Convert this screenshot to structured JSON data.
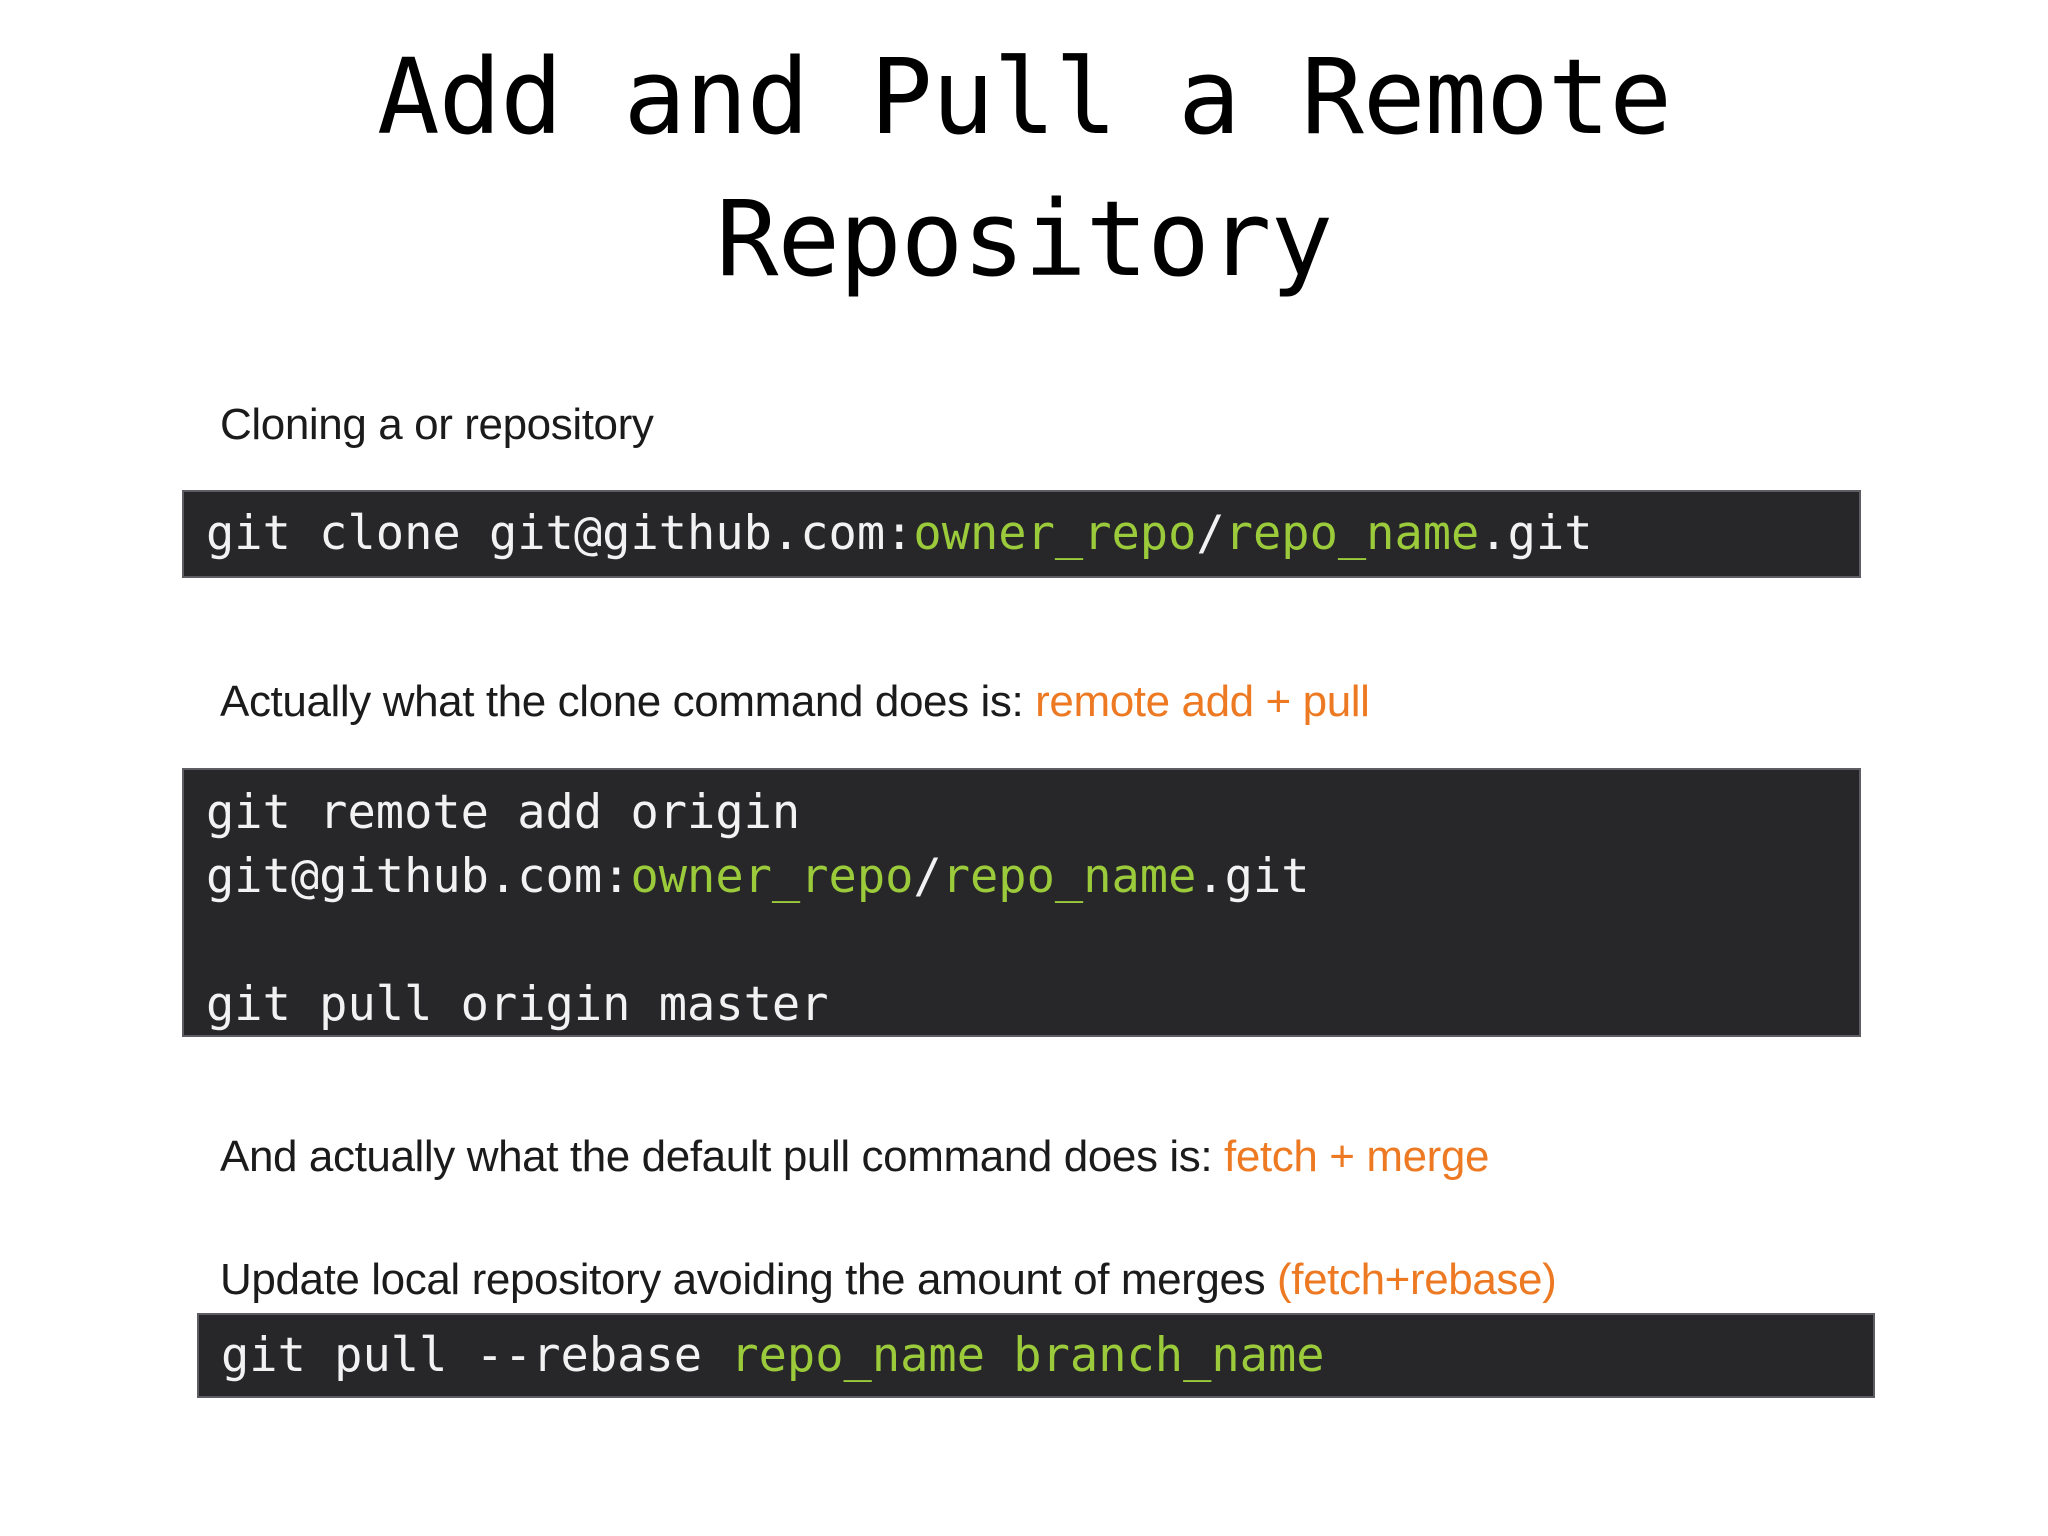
{
  "slide": {
    "title": {
      "line1": "Add and Pull a Remote",
      "line2": "Repository"
    }
  },
  "colors": {
    "page_bg": "#ffffff",
    "title_color": "#000000",
    "body_text": "#1b1b1b",
    "code_bg": "#27272a",
    "code_border": "#5d5d63",
    "code_text": "#f2f2f2",
    "var_green": "#9bcb3a",
    "accent_orange": "#ed7a23"
  },
  "captions": {
    "cloning": [
      {
        "t": "Cloning a or repository",
        "c": "plain"
      }
    ],
    "clone_explain": [
      {
        "t": "Actually what the clone command does is: ",
        "c": "plain"
      },
      {
        "t": "remote add + pull",
        "c": "accent"
      }
    ],
    "pull_explain": [
      {
        "t": "And actually what the default pull command does is: ",
        "c": "plain"
      },
      {
        "t": "fetch + merge",
        "c": "accent"
      }
    ],
    "rebase_tip": [
      {
        "t": "Update local repository avoiding the amount of merges ",
        "c": "plain"
      },
      {
        "t": "(fetch+rebase)",
        "c": "accent"
      }
    ]
  },
  "code_blocks": {
    "clone": {
      "lines": [
        [
          {
            "t": "git clone git@github.com:",
            "c": "plain"
          },
          {
            "t": "owner_repo",
            "c": "var"
          },
          {
            "t": "/",
            "c": "plain"
          },
          {
            "t": "repo_name",
            "c": "var"
          },
          {
            "t": ".git",
            "c": "plain"
          }
        ]
      ]
    },
    "remote_add_and_pull": {
      "lines": [
        [
          {
            "t": "git remote add origin",
            "c": "plain"
          }
        ],
        [
          {
            "t": "git@github.com:",
            "c": "plain"
          },
          {
            "t": "owner_repo",
            "c": "var"
          },
          {
            "t": "/",
            "c": "plain"
          },
          {
            "t": "repo_name",
            "c": "var"
          },
          {
            "t": ".git",
            "c": "plain"
          }
        ],
        [],
        [
          {
            "t": "git pull origin master",
            "c": "plain"
          }
        ]
      ]
    },
    "pull_rebase": {
      "lines": [
        [
          {
            "t": "git pull --rebase ",
            "c": "plain"
          },
          {
            "t": "repo_name branch_name",
            "c": "var"
          }
        ]
      ]
    }
  }
}
